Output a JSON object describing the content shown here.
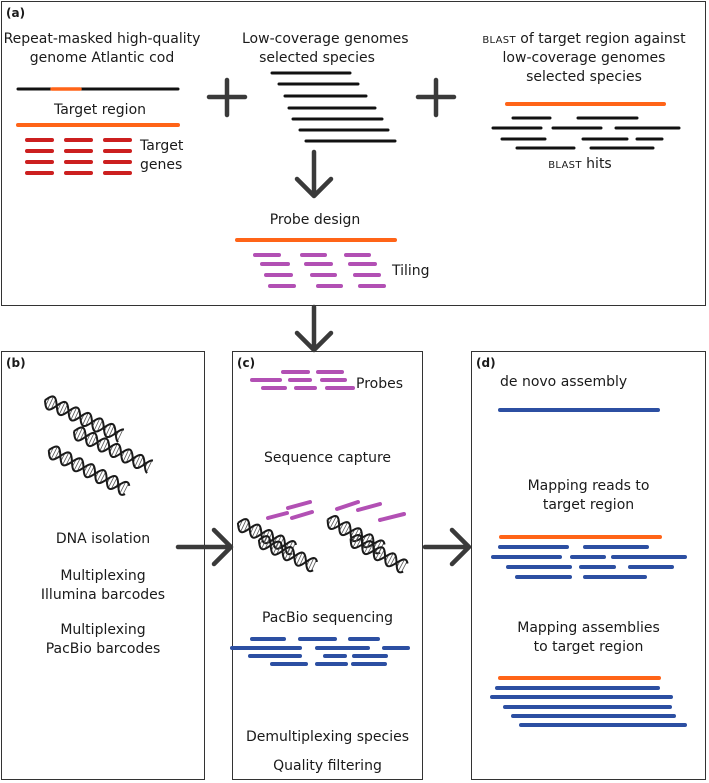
{
  "colors": {
    "target": "#ff6418",
    "gene": "#cc1f1f",
    "probe": "#b250b4",
    "read": "#2c4fa2",
    "genome": "#111111",
    "arrow": "#3a3a3a",
    "border": "#333333"
  },
  "panel_a": {
    "label": "(a)",
    "col1_line1": "Repeat-masked high-quality",
    "col1_line2": "genome Atlantic cod",
    "target_region": "Target region",
    "target_genes_1": "Target",
    "target_genes_2": "genes",
    "col2_line1": "Low-coverage genomes",
    "col2_line2": "selected species",
    "col3_blast": "BLAST",
    "col3_line1_rest": " of target region against",
    "col3_line2": "low-coverage genomes",
    "col3_line3": "selected species",
    "blast_hits_sc": "BLAST",
    "blast_hits_rest": " hits",
    "probe_design": "Probe design",
    "tiling": "Tiling"
  },
  "panel_b": {
    "label": "(b)",
    "dna_isolation": "DNA isolation",
    "mult1_line1": "Multiplexing",
    "mult1_line2": "Illumina barcodes",
    "mult2_line1": "Multiplexing",
    "mult2_line2": "PacBio barcodes"
  },
  "panel_c": {
    "label": "(c)",
    "probes": "Probes",
    "sequence_capture": "Sequence capture",
    "pacbio_sequencing": "PacBio sequencing",
    "demultiplexing": "Demultiplexing species",
    "quality_filtering": "Quality filtering"
  },
  "panel_d": {
    "label": "(d)",
    "de_novo": "de novo assembly",
    "mapping_reads_1": "Mapping reads to",
    "mapping_reads_2": "target region",
    "mapping_assemblies_1": "Mapping assemblies",
    "mapping_assemblies_2": "to target region"
  }
}
